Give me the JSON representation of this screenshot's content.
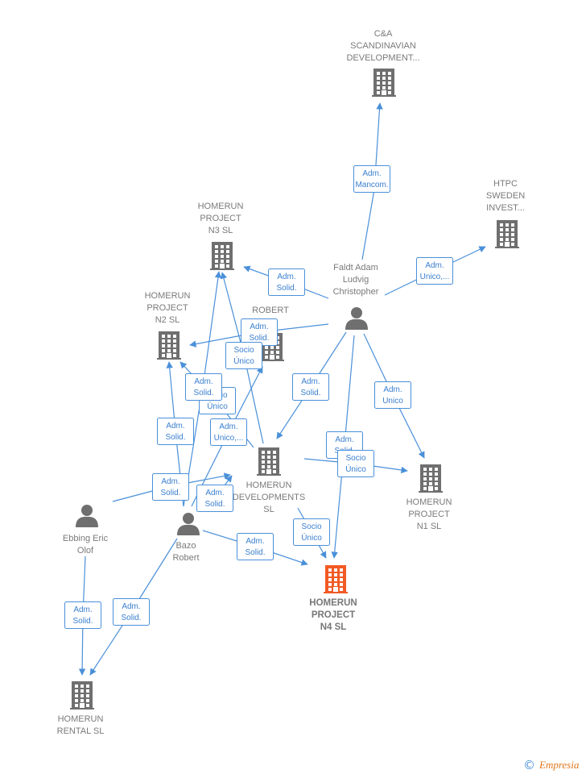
{
  "colors": {
    "edge": "#4a90d9",
    "node_icon": "#6f6f6f",
    "highlight_icon": "#f15a24",
    "label": "#7a7a7a",
    "brand": "#e2761b"
  },
  "nodes": [
    {
      "id": "candA",
      "kind": "company",
      "lines": [
        "C&A",
        "SCANDINAVIAN",
        "DEVELOPMENT..."
      ]
    },
    {
      "id": "htpc",
      "kind": "company",
      "lines": [
        "HTPC",
        "SWEDEN",
        "INVEST..."
      ]
    },
    {
      "id": "n3",
      "kind": "company",
      "lines": [
        "HOMERUN",
        "PROJECT",
        "N3  SL"
      ]
    },
    {
      "id": "n2",
      "kind": "company",
      "lines": [
        "HOMERUN",
        "PROJECT",
        "N2  SL"
      ]
    },
    {
      "id": "robert",
      "kind": "company",
      "lines": [
        "ROBERT",
        "SL"
      ]
    },
    {
      "id": "faldt",
      "kind": "person",
      "lines": [
        "Faldt Adam",
        "Ludvig",
        "Christopher"
      ]
    },
    {
      "id": "dev",
      "kind": "company",
      "lines": [
        "HOMERUN",
        "DEVELOPMENTS",
        "SL"
      ]
    },
    {
      "id": "n1",
      "kind": "company",
      "lines": [
        "HOMERUN",
        "PROJECT",
        "N1  SL"
      ]
    },
    {
      "id": "ebbing",
      "kind": "person",
      "lines": [
        "Ebbing Eric",
        "Olof"
      ]
    },
    {
      "id": "bazo",
      "kind": "person",
      "lines": [
        "Bazo",
        "Robert"
      ]
    },
    {
      "id": "n4",
      "kind": "company",
      "highlight": true,
      "lines": [
        "HOMERUN",
        "PROJECT",
        "N4  SL"
      ]
    },
    {
      "id": "rental",
      "kind": "company",
      "lines": [
        "HOMERUN",
        "RENTAL  SL"
      ]
    }
  ],
  "edges": [
    {
      "from": "faldt",
      "to": "candA",
      "label": [
        "Adm.",
        "Mancom."
      ]
    },
    {
      "from": "faldt",
      "to": "htpc",
      "label": [
        "Adm.",
        "Unico,..."
      ]
    },
    {
      "from": "faldt",
      "to": "n3",
      "label": [
        "Adm.",
        "Solid."
      ]
    },
    {
      "from": "faldt",
      "to": "n2",
      "label": [
        "Adm.",
        "Solid."
      ]
    },
    {
      "from": "faldt",
      "to": "dev",
      "label": [
        "Adm.",
        "Solid."
      ]
    },
    {
      "from": "faldt",
      "to": "n1",
      "label": [
        "Adm.",
        "Unico"
      ]
    },
    {
      "from": "faldt",
      "to": "n4",
      "label": [
        "Adm.",
        "Solid."
      ]
    },
    {
      "from": "dev",
      "to": "n3",
      "label": [
        "Socio",
        "Único"
      ]
    },
    {
      "from": "dev",
      "to": "n2",
      "label": [
        "Socio",
        "Único"
      ]
    },
    {
      "from": "dev",
      "to": "n1",
      "label": [
        "Socio",
        "Único"
      ]
    },
    {
      "from": "dev",
      "to": "n4",
      "label": [
        "Socio",
        "Único"
      ]
    },
    {
      "from": "bazo",
      "to": "n3",
      "label": [
        "Adm.",
        "Solid."
      ]
    },
    {
      "from": "bazo",
      "to": "n2",
      "label": [
        "Adm.",
        "Solid."
      ]
    },
    {
      "from": "bazo",
      "to": "robert",
      "label": [
        "Adm.",
        "Unico,..."
      ]
    },
    {
      "from": "bazo",
      "to": "dev",
      "label": [
        "Adm.",
        "Solid."
      ]
    },
    {
      "from": "bazo",
      "to": "n4",
      "label": [
        "Adm.",
        "Solid."
      ]
    },
    {
      "from": "bazo",
      "to": "rental",
      "label": [
        "Adm.",
        "Solid."
      ]
    },
    {
      "from": "ebbing",
      "to": "dev",
      "label": [
        "Adm.",
        "Solid."
      ]
    },
    {
      "from": "ebbing",
      "to": "rental",
      "label": [
        "Adm.",
        "Solid."
      ]
    }
  ],
  "footer": {
    "copyright": "©",
    "brand": "Empresia"
  }
}
